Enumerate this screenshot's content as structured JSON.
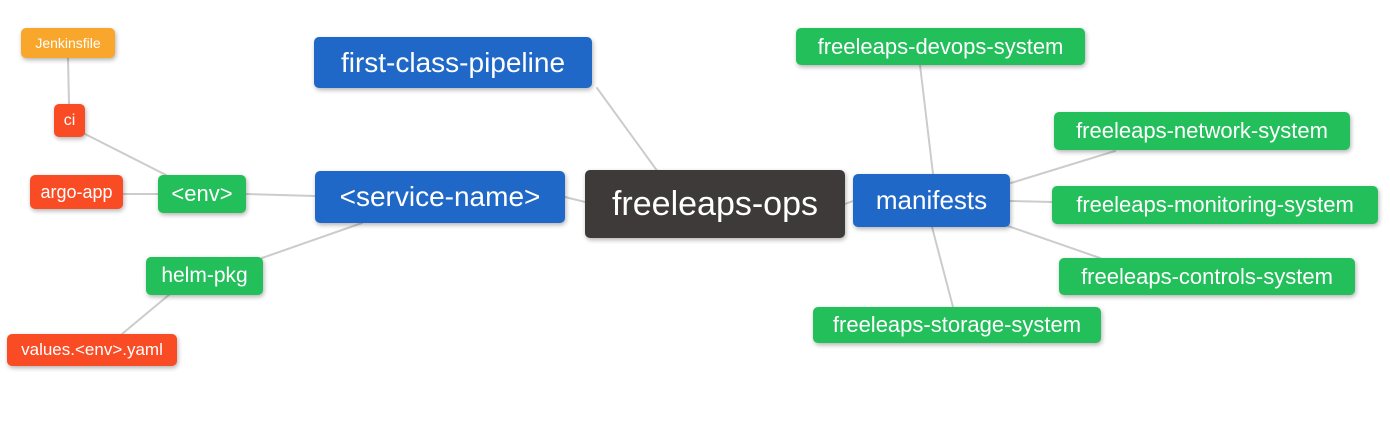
{
  "mindmap": {
    "type": "mindmap-diagram",
    "colors": {
      "background": "#ffffff",
      "edge": "#cccccc",
      "text": "#ffffff",
      "root_bg": "#3d3a39",
      "level1_bg": "#2068c8",
      "level2_bg": "#23bf5b",
      "level3_bg": "#f94b24",
      "level4_bg": "#f9a72c"
    },
    "nodes": {
      "root": {
        "label": "freeleaps-ops",
        "level": 0
      },
      "first_class_pipeline": {
        "label": "first-class-pipeline",
        "level": 1
      },
      "service_name": {
        "label": "<service-name>",
        "level": 1
      },
      "manifests": {
        "label": "manifests",
        "level": 1
      },
      "env": {
        "label": "<env>",
        "level": 2
      },
      "helm_pkg": {
        "label": "helm-pkg",
        "level": 2
      },
      "ci": {
        "label": "ci",
        "level": 3
      },
      "argo_app": {
        "label": "argo-app",
        "level": 3
      },
      "values_env_yaml": {
        "label": "values.<env>.yaml",
        "level": 3
      },
      "jenkinsfile": {
        "label": "Jenkinsfile",
        "level": 4
      },
      "devops_system": {
        "label": "freeleaps-devops-system",
        "level": 2
      },
      "network_system": {
        "label": "freeleaps-network-system",
        "level": 2
      },
      "monitoring_system": {
        "label": "freeleaps-monitoring-system",
        "level": 2
      },
      "controls_system": {
        "label": "freeleaps-controls-system",
        "level": 2
      },
      "storage_system": {
        "label": "freeleaps-storage-system",
        "level": 2
      }
    },
    "edges": [
      [
        "freeleaps-ops",
        "first-class-pipeline"
      ],
      [
        "freeleaps-ops",
        "<service-name>"
      ],
      [
        "freeleaps-ops",
        "manifests"
      ],
      [
        "<service-name>",
        "<env>"
      ],
      [
        "<service-name>",
        "helm-pkg"
      ],
      [
        "<env>",
        "ci"
      ],
      [
        "<env>",
        "argo-app"
      ],
      [
        "ci",
        "Jenkinsfile"
      ],
      [
        "helm-pkg",
        "values.<env>.yaml"
      ],
      [
        "manifests",
        "freeleaps-devops-system"
      ],
      [
        "manifests",
        "freeleaps-network-system"
      ],
      [
        "manifests",
        "freeleaps-monitoring-system"
      ],
      [
        "manifests",
        "freeleaps-controls-system"
      ],
      [
        "manifests",
        "freeleaps-storage-system"
      ]
    ]
  }
}
